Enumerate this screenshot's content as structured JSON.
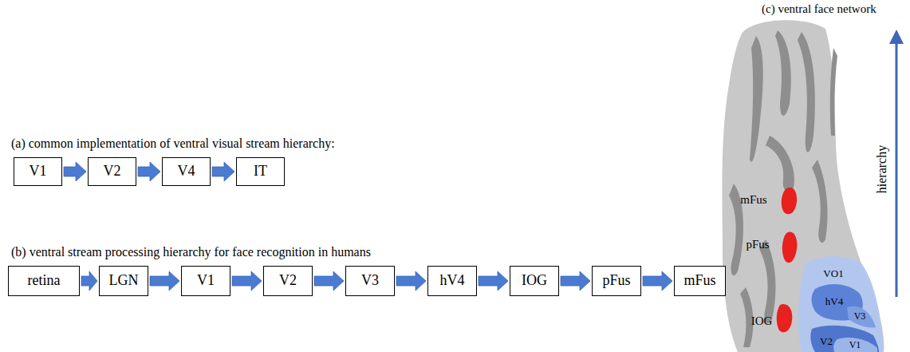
{
  "diagram": {
    "nodes": [
      {
        "text": [
          "V1"
        ]
      },
      {
        "text": [
          "V2"
        ]
      },
      {
        "text": [
          "V4"
        ]
      },
      {
        "text": [
          "IT"
        ]
      },
      {
        "text": [
          "retina"
        ]
      },
      {
        "text": [
          "LGN"
        ]
      },
      {
        "text": [
          "V1"
        ]
      },
      {
        "text": [
          "V2"
        ]
      },
      {
        "text": [
          "V3"
        ]
      },
      {
        "text": [
          "hV4"
        ]
      },
      {
        "text": [
          "IOG"
        ]
      },
      {
        "text": [
          "pFus"
        ]
      },
      {
        "text": [
          "mFus"
        ]
      }
    ],
    "edges": [
      {
        "from": 0,
        "to": 1,
        "arrow": "to"
      },
      {
        "from": 1,
        "to": 2,
        "arrow": "to"
      },
      {
        "from": 2,
        "to": 3,
        "arrow": "to"
      },
      {
        "from": 4,
        "to": 5,
        "arrow": "to"
      },
      {
        "from": 5,
        "to": 6,
        "arrow": "to"
      },
      {
        "from": 6,
        "to": 7,
        "arrow": "to"
      },
      {
        "from": 7,
        "to": 8,
        "arrow": "to"
      },
      {
        "from": 8,
        "to": 9,
        "arrow": "to"
      },
      {
        "from": 9,
        "to": 10,
        "arrow": "to"
      },
      {
        "from": 10,
        "to": 11,
        "arrow": "to"
      },
      {
        "from": 11,
        "to": 12,
        "arrow": "to"
      }
    ],
    "labels": [
      "(a) common implementation of ventral visual stream hierarchy:",
      "(b) ventral stream processing hierarchy for face recognition in humans",
      "(c) ventral face network",
      "hierarchy",
      "mFus",
      "pFus",
      "IOG",
      "VO1",
      "hV4",
      "V3",
      "V2",
      "V1"
    ]
  }
}
